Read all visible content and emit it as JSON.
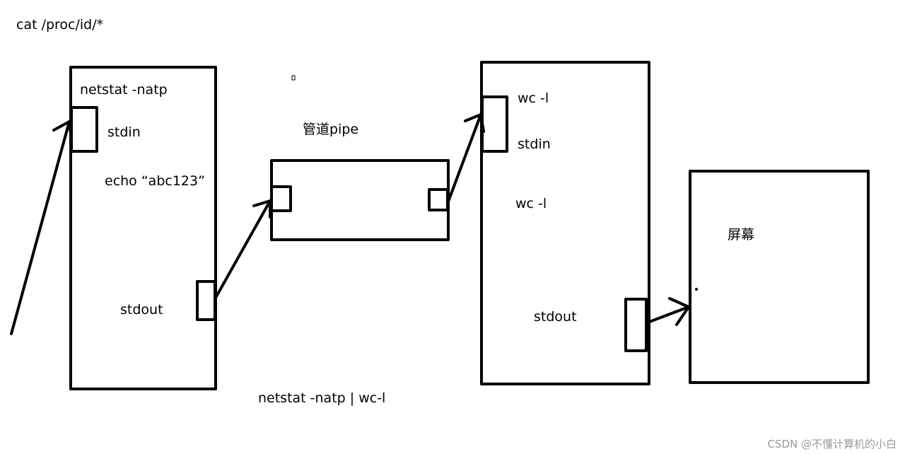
{
  "labels": {
    "top_command": "cat /proc/id/*",
    "left_cmd": "netstat -natp",
    "left_stdin": "stdin",
    "left_echo": "echo   “abc123”",
    "left_stdout": "stdout",
    "pipe_title": "管道pipe",
    "right_cmd": "wc -l",
    "right_stdin": "stdin",
    "right_cmd2": "wc -l",
    "right_stdout": "stdout",
    "screen": "屏幕",
    "bottom_command": "netstat -natp | wc-l"
  },
  "watermark": "CSDN @不懂计算机的小白"
}
